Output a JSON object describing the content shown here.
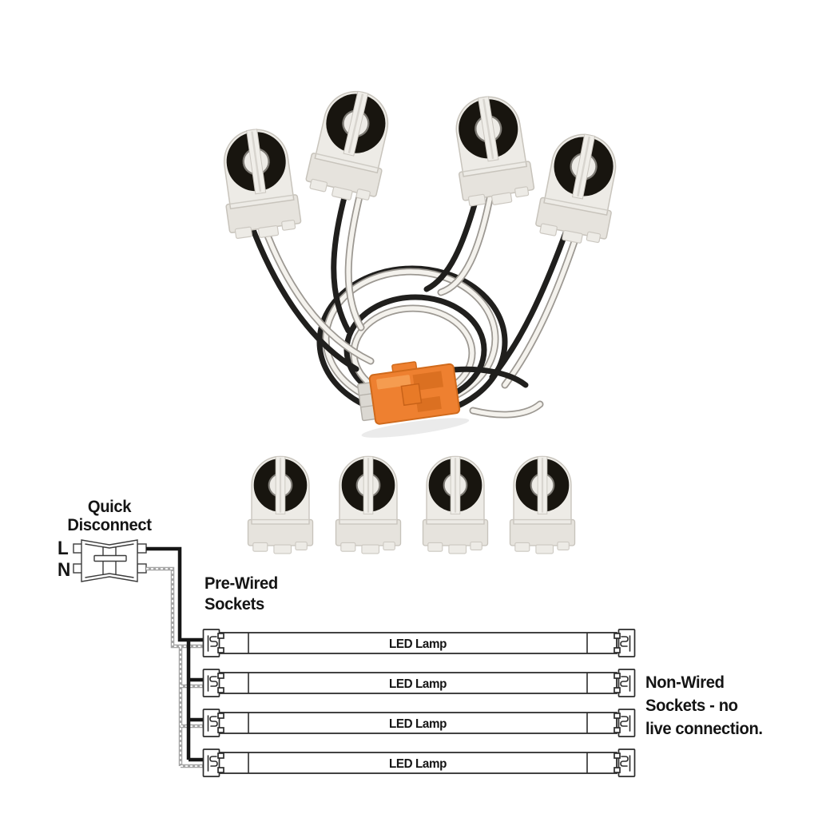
{
  "photo": {
    "wired_sockets": {
      "count": 4
    },
    "non_wired_sockets": {
      "count": 4
    },
    "connector_color": "#ee8030",
    "socket_body_color": "#edebe6",
    "lamp_ring_color": "#18150f",
    "wire_colors": {
      "black": "#201f1d",
      "white": "#f4f2ed"
    }
  },
  "diagram": {
    "quick_disconnect": {
      "line1": "Quick",
      "line2": "Disconnect"
    },
    "terminals": {
      "line": "L",
      "neutral": "N"
    },
    "pre_wired_label": {
      "line1": "Pre-Wired",
      "line2": "Sockets"
    },
    "lamps": [
      "LED Lamp",
      "LED Lamp",
      "LED Lamp",
      "LED Lamp"
    ],
    "non_wired_note": {
      "line1": "Non-Wired",
      "line2": "Sockets - no",
      "line3": "live connection."
    },
    "wire_colors": {
      "live": "#161616",
      "neutral": "#a6a6a6"
    }
  }
}
